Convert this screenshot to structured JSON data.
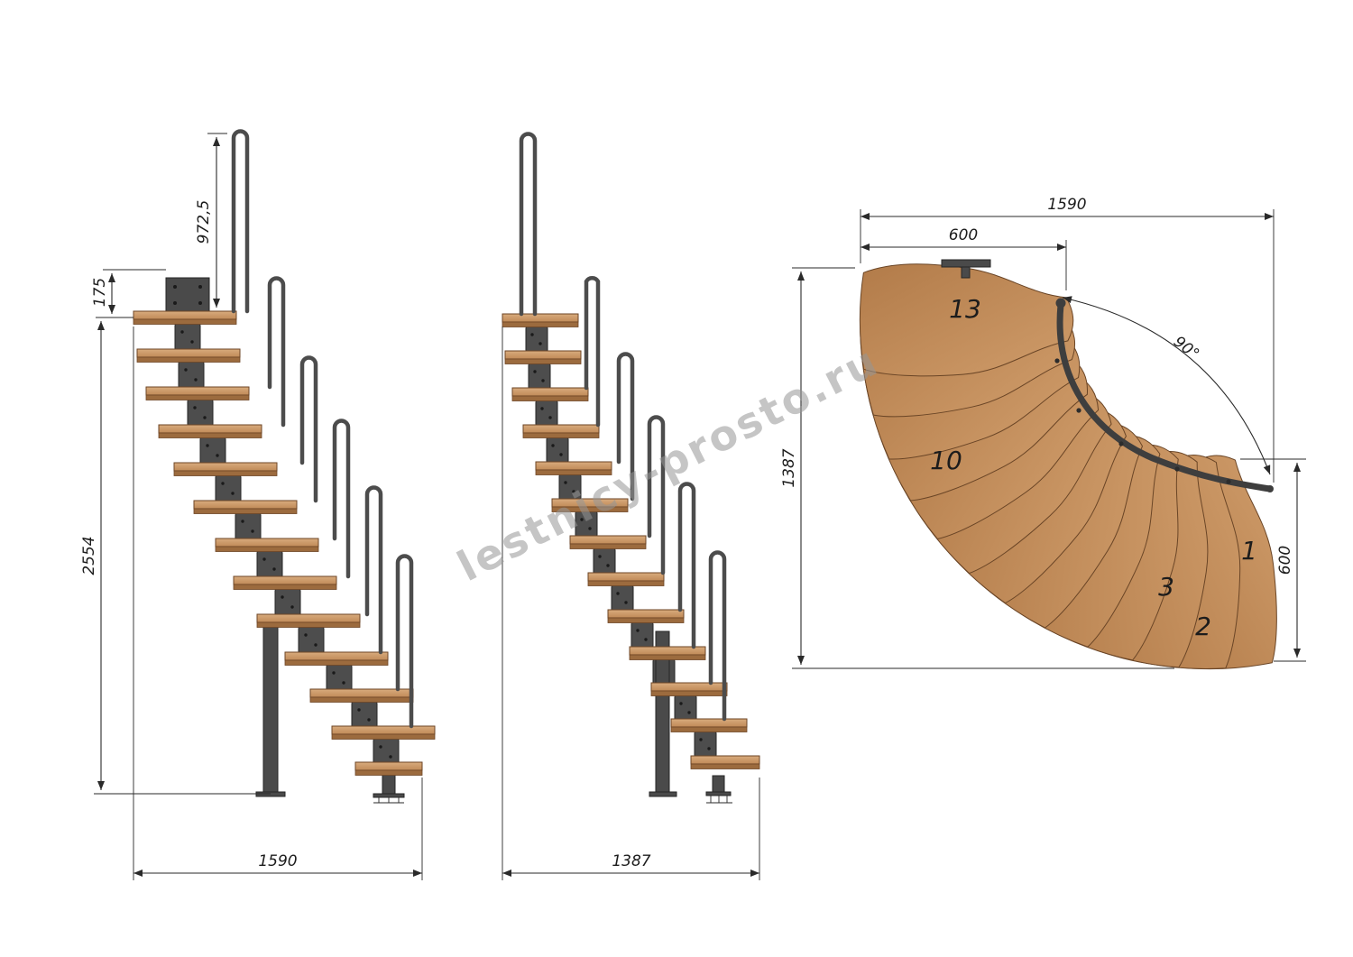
{
  "watermark": {
    "text": "lestnicy-prosto.ru"
  },
  "palette": {
    "wood": "#c99a6a",
    "wood_edge": "#9c6b3e",
    "metal": "#4a4a4a",
    "rail": "#4c4c4c",
    "drafting_line": "#2a2a2a",
    "watermark_gray": "#969696"
  },
  "front_view": {
    "dims": {
      "rail_height": "972,5",
      "bracket_offset": "175",
      "total_rise": "2554",
      "total_run": "1590"
    }
  },
  "side_view": {
    "dims": {
      "total_run": "1387"
    }
  },
  "plan_view": {
    "dims": {
      "overall_width": "1590",
      "upper_flight_width": "600",
      "overall_depth": "1387",
      "lower_flight_width": "600",
      "turn_angle": "90°"
    },
    "tread_labels": {
      "t13": "13",
      "t10": "10",
      "t3": "3",
      "t2": "2",
      "t1": "1"
    }
  }
}
